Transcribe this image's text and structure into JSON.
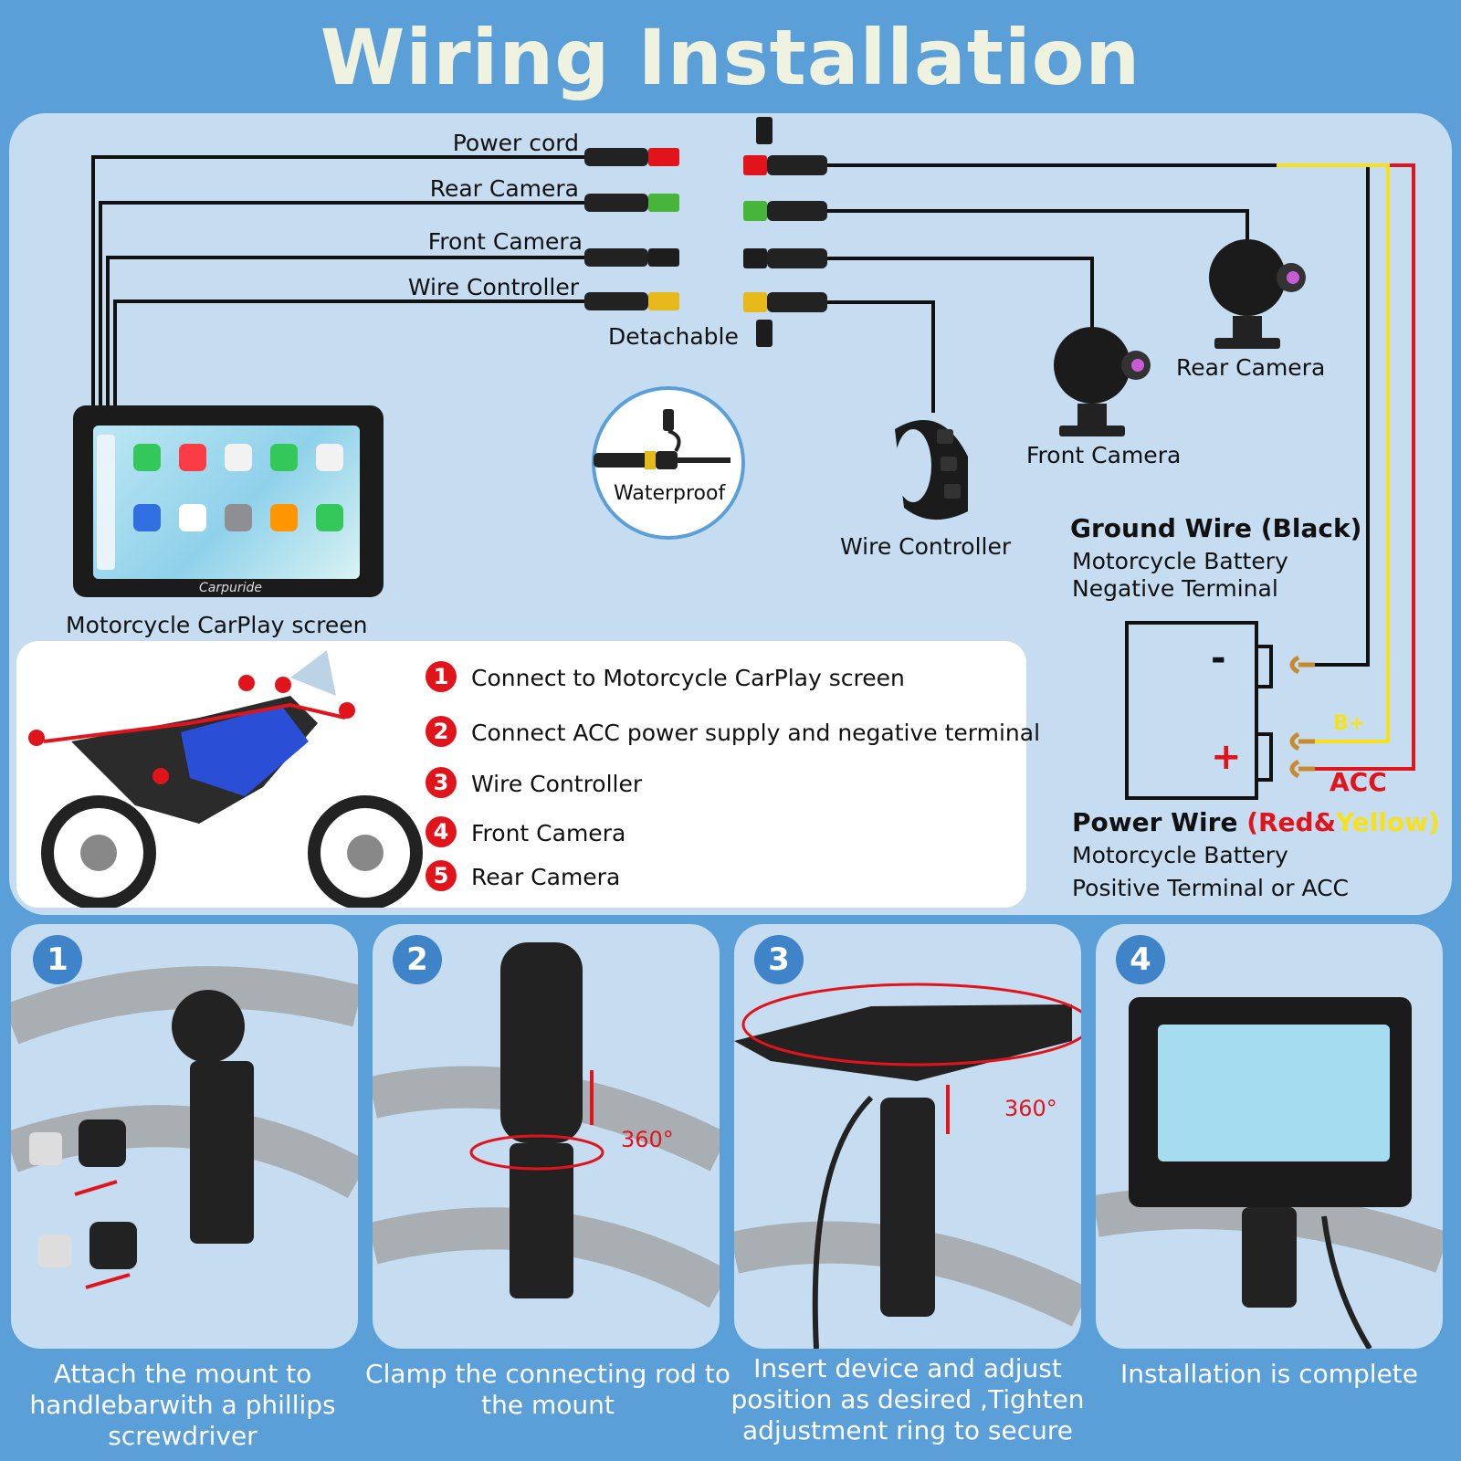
{
  "title": "Wiring Installation",
  "connector_labels": {
    "power_cord": "Power cord",
    "rear_camera": "Rear Camera",
    "front_camera": "Front Camera",
    "wire_controller": "Wire Controller",
    "detachable": "Detachable"
  },
  "waterproof": "Waterproof",
  "screen_label": "Motorcycle CarPlay screen",
  "device_labels": {
    "rear_camera": "Rear Camera",
    "front_camera": "Front Camera",
    "wire_controller": "Wire Controller"
  },
  "brand": "Carpuride",
  "ground": {
    "title": "Ground Wire (Black)",
    "line1": "Motorcycle Battery",
    "line2": "Negative Terminal"
  },
  "battery": {
    "minus": "-",
    "plus": "+",
    "b_plus": "B+",
    "acc": "ACC"
  },
  "power": {
    "title": "Power Wire ",
    "red": "(Red&",
    "yellow": "Yellow)",
    "line1": "Motorcycle Battery",
    "line2": "Positive Terminal or ACC"
  },
  "steps": [
    {
      "n": "1",
      "text": "Connect to Motorcycle CarPlay screen"
    },
    {
      "n": "2",
      "text": "Connect ACC power supply and negative terminal"
    },
    {
      "n": "3",
      "text": "Wire Controller"
    },
    {
      "n": "4",
      "text": "Front Camera"
    },
    {
      "n": "5",
      "text": "Rear Camera"
    }
  ],
  "install": [
    {
      "n": "1",
      "caption": "Attach the mount to handlebarwith a phillips screwdriver"
    },
    {
      "n": "2",
      "caption": "Clamp the connecting rod to the mount",
      "angle": "360°"
    },
    {
      "n": "3",
      "caption": "Insert device and adjust position as desired ,Tighten adjustment ring  to secure",
      "angle": "360°"
    },
    {
      "n": "4",
      "caption": "Installation is complete"
    }
  ],
  "colors": {
    "red": "#e1141c",
    "yellow": "#f7e11c",
    "green": "#46b53a",
    "amber": "#e7b81a",
    "badge_blue": "#3f83c8"
  }
}
